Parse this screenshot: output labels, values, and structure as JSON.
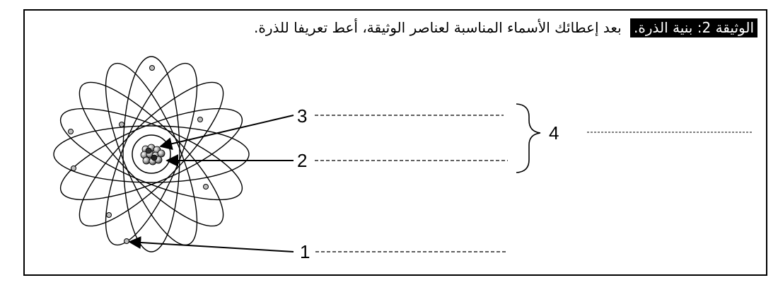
{
  "document": {
    "label": "الوثيقة 2: بنية الذرة.",
    "instruction": "بعد إعطائك الأسماء المناسبة لعناصر الوثيقة، أعط تعريفا للذرة."
  },
  "diagram": {
    "labels": [
      {
        "id": "3",
        "text": "3"
      },
      {
        "id": "2",
        "text": "2"
      },
      {
        "id": "1",
        "text": "1"
      },
      {
        "id": "4",
        "text": "4"
      }
    ]
  }
}
